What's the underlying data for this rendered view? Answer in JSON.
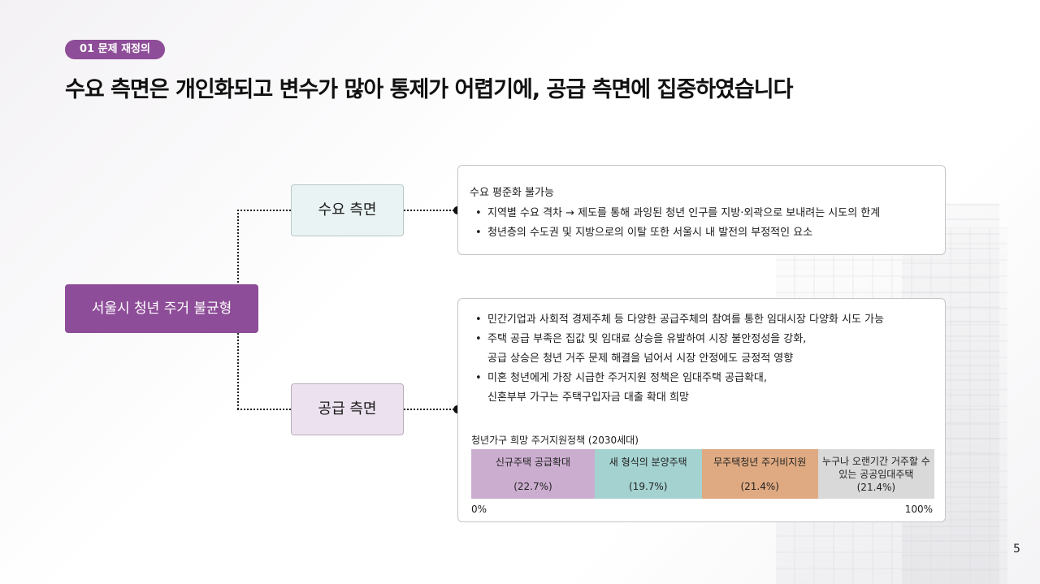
{
  "section_tag": "01 문제 재정의",
  "headline": "수요 측면은 개인화되고 변수가 많아 통제가 어렵기에, 공급 측면에 집중하였습니다",
  "main_node": "서울시 청년 주거 불균형",
  "demand_node": "수요 측면",
  "supply_node": "공급 측면",
  "demand_card": {
    "title": "수요 평준화 불가능",
    "bullets": [
      "지역별 수요 격차 → 제도를 통해 과잉된 청년 인구를 지방·외곽으로 보내려는 시도의 한계",
      "청년층의 수도권 및 지방으로의 이탈 또한 서울시 내 발전의 부정적인 요소"
    ]
  },
  "supply_card": {
    "bullets": [
      [
        "민간기업과 사회적 경제주체 등 다양한 공급주체의 참여를 통한 임대시장 다양화 시도 가능"
      ],
      [
        "주택 공급 부족은 집값 및 임대료 상승을 유발하여 시장 불안정성을 강화,",
        "공급 상승은 청년 거주 문제 해결을 넘어서 시장 안정에도 긍정적 영향"
      ],
      [
        "미혼 청년에게 가장 시급한 주거지원 정책은 임대주택 공급확대,",
        "신혼부부 가구는 주택구입자금 대출 확대 희망"
      ]
    ]
  },
  "chart_data": {
    "type": "bar",
    "title": "청년가구 희망 주거지원정책 (2030세대)",
    "categories": [
      "신규주택 공급확대",
      "새 형식의 분양주택",
      "무주택청년 주거비지원",
      "누구나 오랜기간 거주할 수 있는 공공임대주택"
    ],
    "values": [
      22.7,
      19.7,
      21.4,
      21.4
    ],
    "value_labels": [
      "(22.7%)",
      "(19.7%)",
      "(21.4%)",
      "(21.4%)"
    ],
    "segment_labels": [
      "신규주택 공급확대",
      "새 형식의 분양주택",
      "무주택청년 주거비지원",
      "누구나 오랜기간 거주할 수 있는 공공임대주택 (21.4%)"
    ],
    "colors": [
      "#cbaecf",
      "#a4d2d0",
      "#dfaa82",
      "#d9d9d9"
    ],
    "axis_min_label": "0%",
    "axis_max_label": "100%"
  },
  "page_number": "5"
}
